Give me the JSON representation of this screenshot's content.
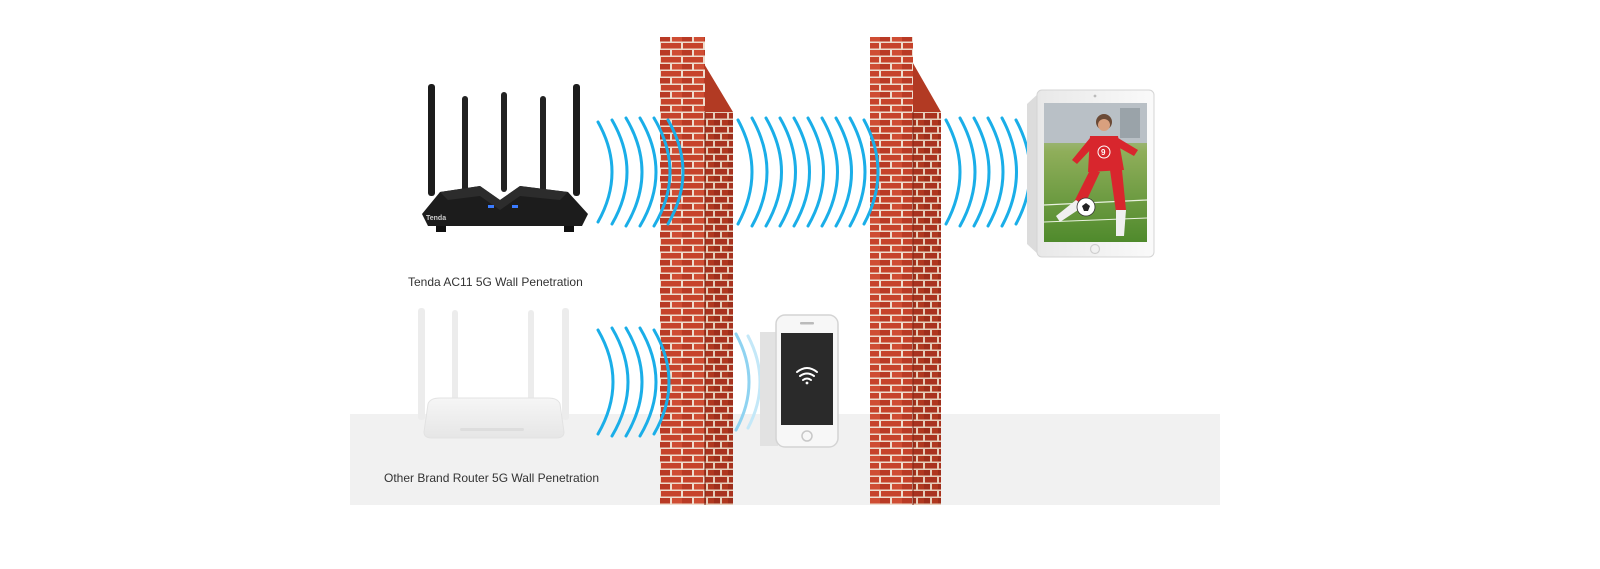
{
  "captions": {
    "tenda": "Tenda AC11 5G Wall Penetration",
    "other": "Other Brand Router 5G Wall Penetration"
  },
  "router": {
    "brand": "Tenda"
  },
  "tablet": {
    "jersey_number": "9"
  },
  "colors": {
    "signal": "#1aaee8",
    "brick": "#c8432a",
    "mortar": "#f2e4d6",
    "floor": "#f1f1f1",
    "router_dark": "#1c1c1c",
    "router_light": "#eeeeee"
  },
  "icons": {
    "phone_screen": "wifi-icon"
  }
}
